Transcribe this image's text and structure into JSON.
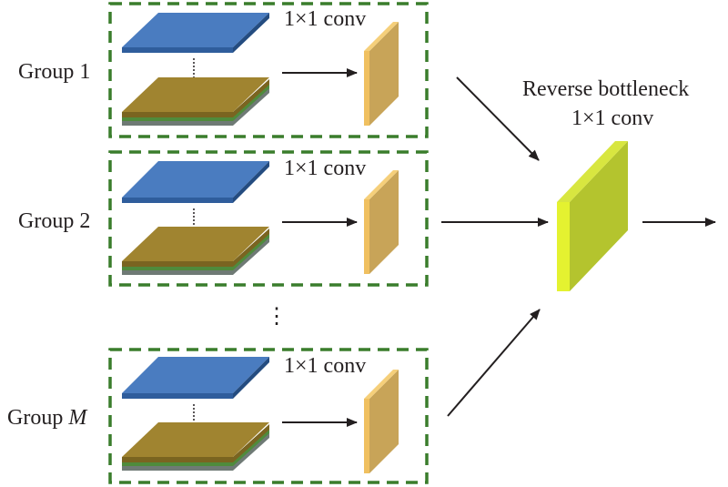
{
  "groups": [
    {
      "label": "Group 1",
      "conv_label": "1×1 conv"
    },
    {
      "label": "Group 2",
      "conv_label": "1×1 conv"
    },
    {
      "label_prefix": "Group ",
      "label_italic": "M",
      "conv_label": "1×1 conv"
    }
  ],
  "ellipsis": "⋮",
  "bottleneck": {
    "title_line1": "Reverse bottleneck",
    "title_line2": "1×1 conv"
  },
  "colors": {
    "group_border": "#3a7d2c",
    "top_plate": "#4a7cc0",
    "bottom_plate": "#a08430",
    "feature_map": "#d8ac55",
    "bottleneck": "#b4c42e"
  }
}
